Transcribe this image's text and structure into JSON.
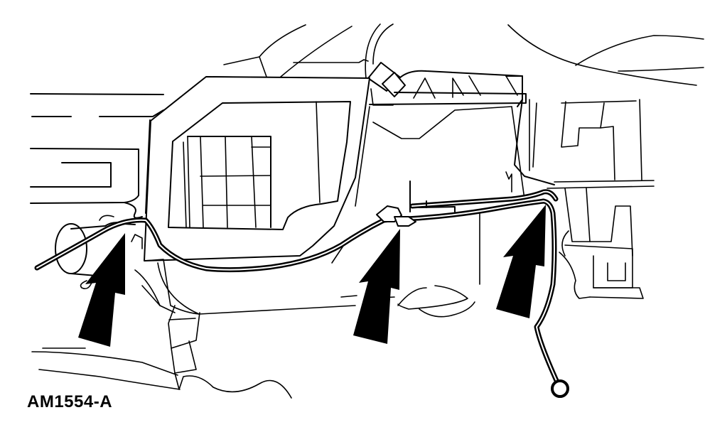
{
  "figure": {
    "label": "AM1554-A",
    "background_color": "#ffffff",
    "line_color": "#000000",
    "callouts": [
      {
        "id": "arrow-left",
        "points_to": "wire-retainer-left"
      },
      {
        "id": "arrow-center",
        "points_to": "wire-clip-center"
      },
      {
        "id": "arrow-right",
        "points_to": "wire-retainer-right"
      }
    ],
    "components": [
      "heater-core-housing",
      "wiring-harness",
      "connector-terminal",
      "instrument-panel-frame"
    ]
  }
}
